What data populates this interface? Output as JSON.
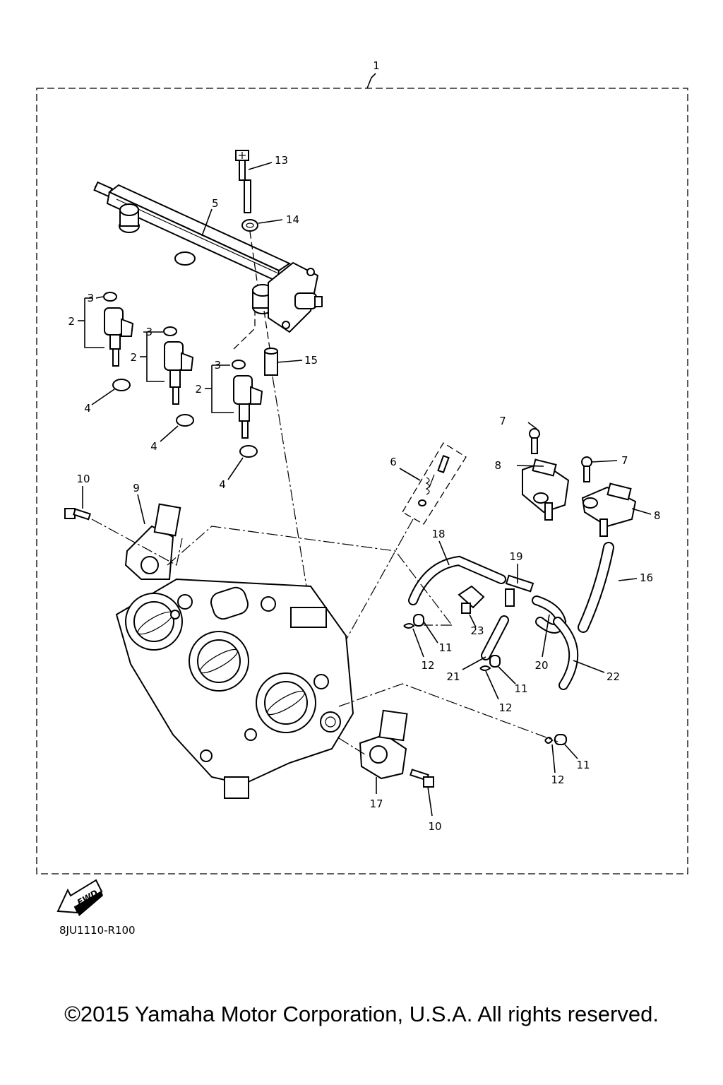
{
  "diagram": {
    "assembly_callout": "1",
    "callouts": [
      {
        "id": "c13",
        "text": "13"
      },
      {
        "id": "c5",
        "text": "5"
      },
      {
        "id": "c14",
        "text": "14"
      },
      {
        "id": "c3a",
        "text": "3"
      },
      {
        "id": "c3b",
        "text": "3"
      },
      {
        "id": "c3c",
        "text": "3"
      },
      {
        "id": "c2a",
        "text": "2"
      },
      {
        "id": "c2b",
        "text": "2"
      },
      {
        "id": "c2c",
        "text": "2"
      },
      {
        "id": "c15",
        "text": "15"
      },
      {
        "id": "c4a",
        "text": "4"
      },
      {
        "id": "c4b",
        "text": "4"
      },
      {
        "id": "c4c",
        "text": "4"
      },
      {
        "id": "c7a",
        "text": "7"
      },
      {
        "id": "c7b",
        "text": "7"
      },
      {
        "id": "c8a",
        "text": "8"
      },
      {
        "id": "c8b",
        "text": "8"
      },
      {
        "id": "c6",
        "text": "6"
      },
      {
        "id": "c10a",
        "text": "10"
      },
      {
        "id": "c9",
        "text": "9"
      },
      {
        "id": "c18",
        "text": "18"
      },
      {
        "id": "c19",
        "text": "19"
      },
      {
        "id": "c16",
        "text": "16"
      },
      {
        "id": "c23",
        "text": "23"
      },
      {
        "id": "c11a",
        "text": "11"
      },
      {
        "id": "c12a",
        "text": "12"
      },
      {
        "id": "c21",
        "text": "21"
      },
      {
        "id": "c20",
        "text": "20"
      },
      {
        "id": "c22",
        "text": "22"
      },
      {
        "id": "c11b",
        "text": "11"
      },
      {
        "id": "c12b",
        "text": "12"
      },
      {
        "id": "c11c",
        "text": "11"
      },
      {
        "id": "c12c",
        "text": "12"
      },
      {
        "id": "c17",
        "text": "17"
      },
      {
        "id": "c10b",
        "text": "10"
      }
    ],
    "fwd_label": "FWD",
    "diagram_code": "8JU1110-R100"
  },
  "footer": {
    "copyright": "©2015 Yamaha Motor Corporation, U.S.A. All rights reserved."
  }
}
